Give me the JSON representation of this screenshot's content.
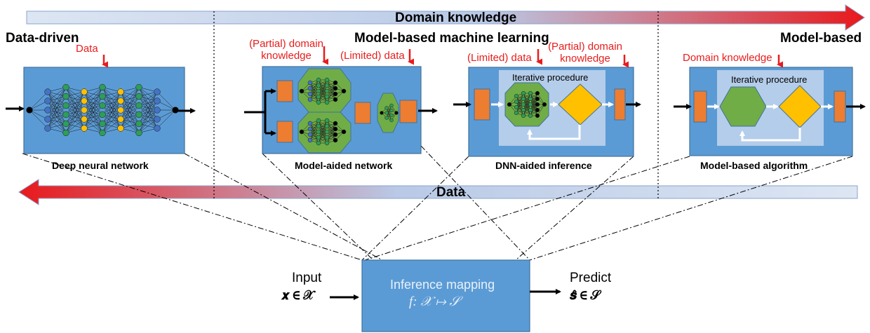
{
  "top_arrow": {
    "label": "Domain knowledge",
    "gradient": [
      "#dde6f3",
      "#b9c9e6",
      "#e8191c"
    ]
  },
  "bottom_arrow": {
    "label": "Data",
    "gradient": [
      "#e8191c",
      "#b9c9e6",
      "#dde6f3"
    ]
  },
  "regions": {
    "left": "Data-driven",
    "middle": "Model-based machine learning",
    "right": "Model-based"
  },
  "panels": [
    {
      "caption": "Deep neural network",
      "red_labels": [
        "Data"
      ]
    },
    {
      "caption": "Model-aided network",
      "red_labels": [
        "(Partial) domain\nknowledge",
        "(Limited) data"
      ]
    },
    {
      "caption": "DNN-aided inference",
      "red_labels": [
        "(Limited) data",
        "(Partial) domain\nknowledge"
      ],
      "inner": "Iterative procedure"
    },
    {
      "caption": "Model-based algorithm",
      "red_labels": [
        "Domain knowledge"
      ],
      "inner": "Iterative procedure"
    }
  ],
  "bottom": {
    "input_label": "Input",
    "input_math": "𝒙 ∈ 𝒳",
    "box_title": "Inference mapping",
    "box_math": "f: 𝒳 ↦ 𝒮",
    "predict_label": "Predict",
    "predict_math": "𝒔̂ ∈ 𝒮"
  },
  "colors": {
    "panel_blue": "#5b9bd5",
    "panel_border": "#41719c",
    "orange": "#ed7d31",
    "green": "#70ad47",
    "yellow": "#ffc000",
    "inner_box": "#b4cdea",
    "annot_red": "#e81c1c"
  }
}
